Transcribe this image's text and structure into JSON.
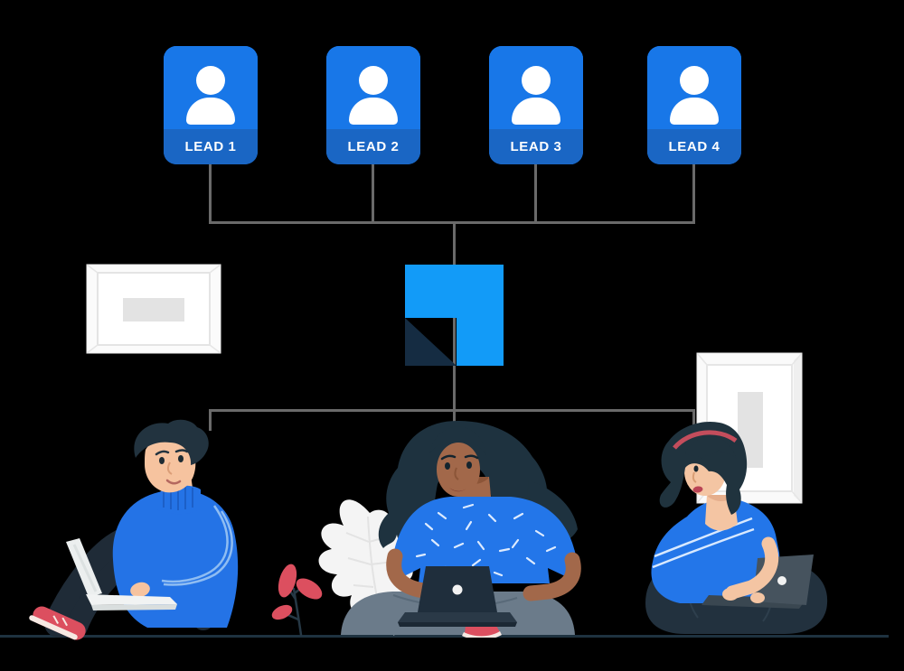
{
  "leads": [
    {
      "label": "LEAD 1"
    },
    {
      "label": "LEAD 2"
    },
    {
      "label": "LEAD 3"
    },
    {
      "label": "LEAD 4"
    }
  ],
  "hub": {
    "icon": "folded-square-logo-icon"
  },
  "icons": {
    "lead_avatar": "person-icon",
    "team": [
      "man-with-laptop-illustration",
      "woman-with-laptop-illustration",
      "woman-with-laptop-illustration"
    ],
    "props": [
      "picture-frame-landscape",
      "picture-frame-portrait",
      "white-leaf-plant",
      "red-plant",
      "stone"
    ]
  },
  "colors": {
    "background": "#000000",
    "card_blue": "#1877E8",
    "card_strip_blue": "#1A66C4",
    "hub_blue": "#129BF8",
    "hub_fold_navy": "#152C42",
    "connector_gray": "#6A6A6A",
    "ground_navy": "#1E3240",
    "accent_red": "#DC4F5F",
    "shirt_blue": "#2376E9",
    "pants_navy": "#22313E",
    "pants_gray": "#6B7B8A"
  }
}
